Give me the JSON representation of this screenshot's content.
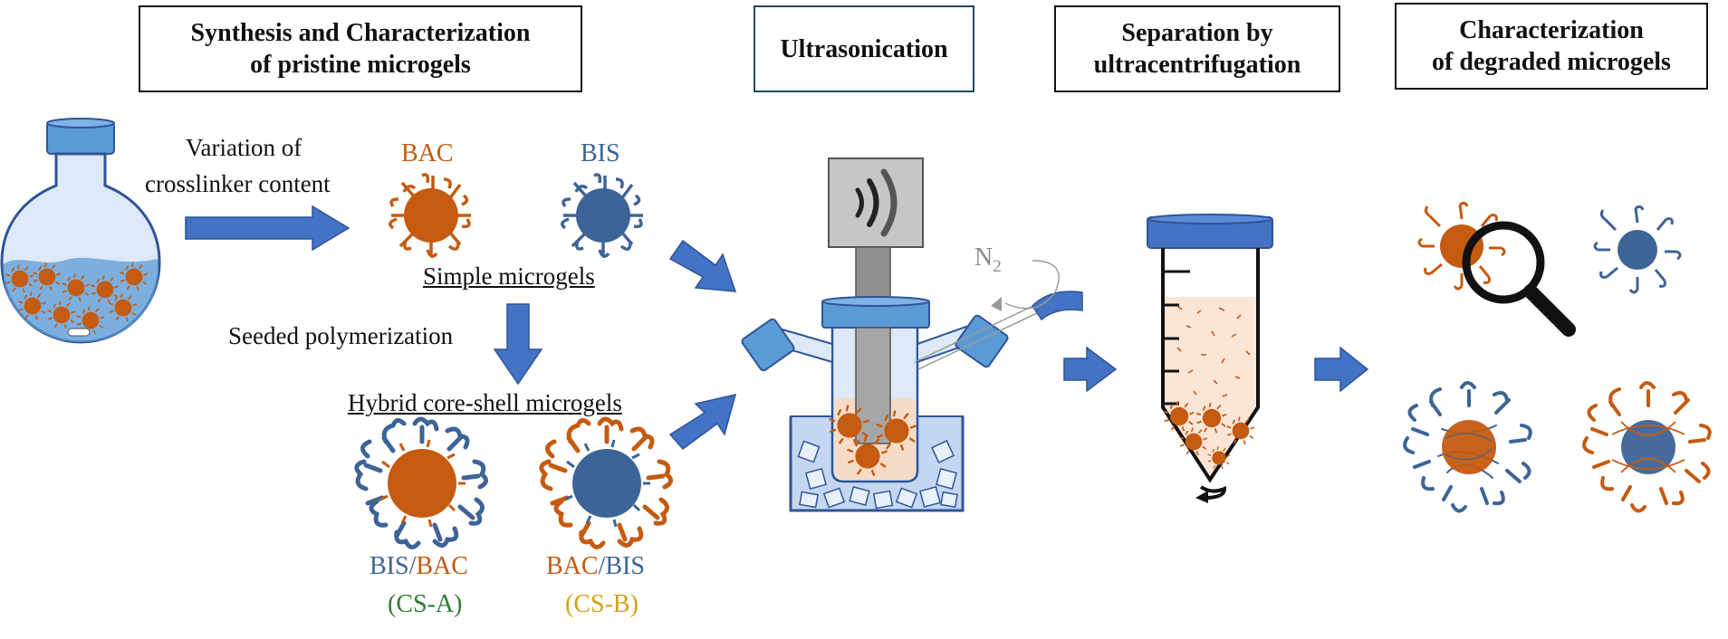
{
  "headers": {
    "synthesis": {
      "line1": "Synthesis and Characterization",
      "line2": "of pristine microgels"
    },
    "ultrasonication": {
      "line1": "Ultrasonication"
    },
    "separation": {
      "line1": "Separation by",
      "line2": "ultracentrifugation"
    },
    "characterization": {
      "line1": "Characterization",
      "line2": "of degraded microgels"
    }
  },
  "labels": {
    "variation_line1": "Variation of",
    "variation_line2": "crosslinker content",
    "bac": "BAC",
    "bis": "BIS",
    "simple_microgels": "Simple microgels",
    "seeded_polymerization": "Seeded polymerization",
    "hybrid_core_shell": "Hybrid core-shell microgels",
    "cs_a_part1": "BIS",
    "cs_a_slash": "/",
    "cs_a_part2": "BAC",
    "cs_a_code": "(CS-A)",
    "cs_b_part1": "BAC",
    "cs_b_slash": "/",
    "cs_b_part2": "BIS",
    "cs_b_code": "(CS-B)",
    "n2_letter": "N",
    "n2_sub": "2"
  },
  "colors": {
    "bac_orange": "#c55a11",
    "bis_blue": "#3d6496",
    "arrow_blue": "#4472c4",
    "cs_a_green": "#2e7d32",
    "cs_b_gold": "#d4a017",
    "gray_text": "#8a8a8a"
  },
  "icons": [
    "flask-icon",
    "sonicator-icon",
    "sound-wave-icon",
    "ice-bath-icon",
    "centrifuge-tube-icon",
    "rotation-arrow-icon",
    "magnifying-glass-icon",
    "arrow-right-icon",
    "arrow-down-icon"
  ]
}
